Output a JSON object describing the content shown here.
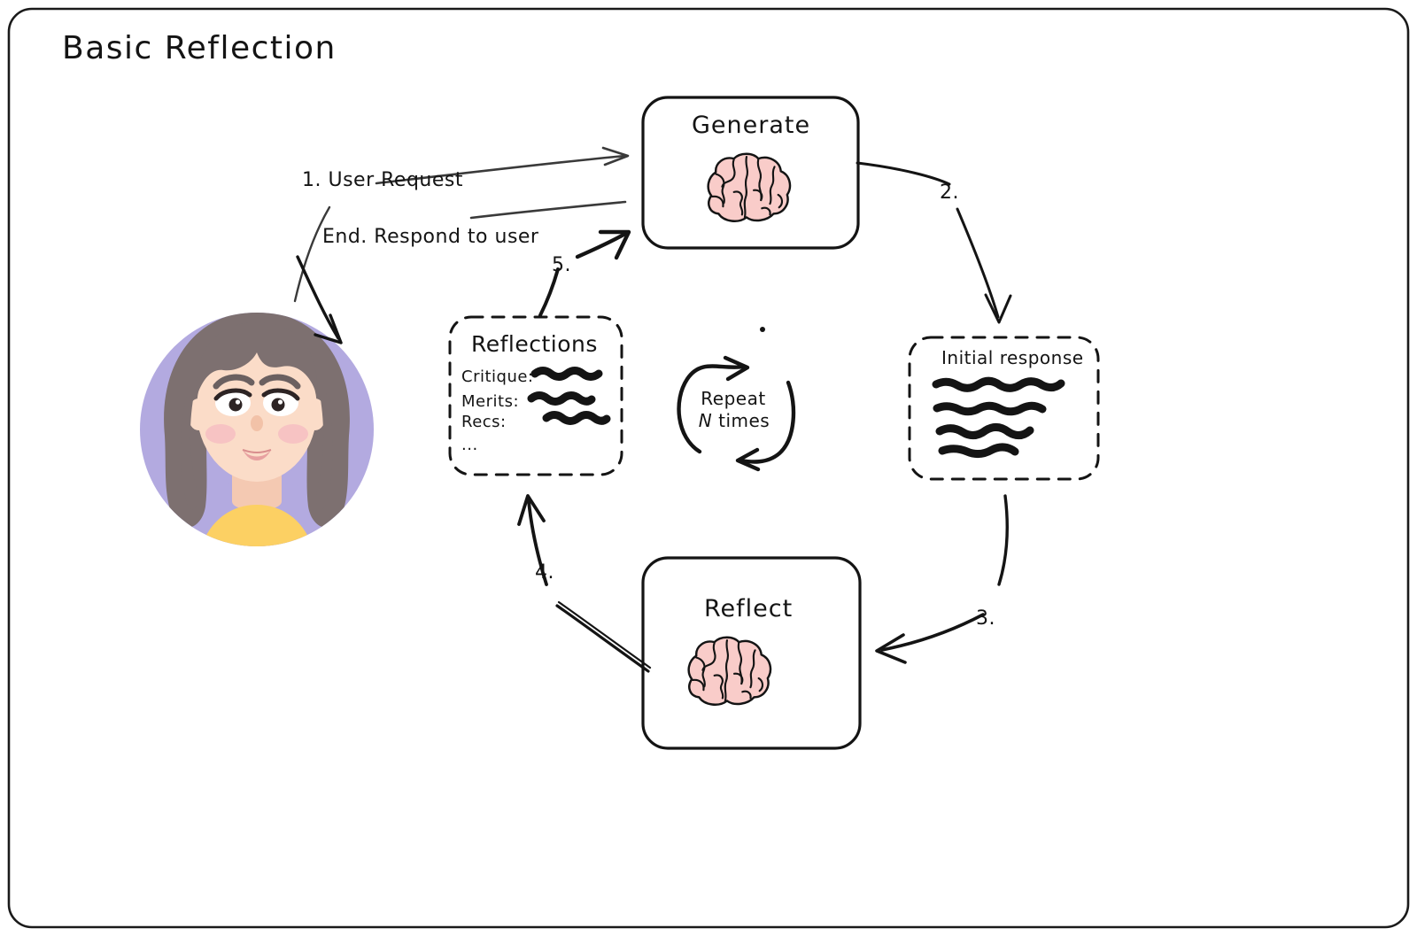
{
  "frame": {
    "title": "Basic Reflection",
    "border_color": "#1a1a1a",
    "background": "#ffffff"
  },
  "palette": {
    "ink": "#141414",
    "brain_fill": "#f9ccc9",
    "avatar_circle": "#b3aae0",
    "avatar_hair": "#7d7070",
    "avatar_skin": "#fbdcc8",
    "avatar_shirt": "#fcd063",
    "avatar_blush": "#f7c3c3"
  },
  "nodes": {
    "generate": {
      "label": "Generate",
      "icon": "brain-icon",
      "style": "solid-rounded-box"
    },
    "reflect": {
      "label": "Reflect",
      "icon": "brain-icon",
      "style": "solid-rounded-box"
    },
    "initial_response": {
      "label": "Initial response",
      "style": "dashed-rounded-box",
      "line_count": 4
    },
    "reflections": {
      "label": "Reflections",
      "style": "dashed-rounded-box",
      "items": [
        {
          "label": "Critique:",
          "has_squiggle": true
        },
        {
          "label": "Merits:",
          "has_squiggle": true
        },
        {
          "label": "Recs:",
          "has_squiggle": true
        },
        {
          "label": "...",
          "has_squiggle": false
        }
      ]
    },
    "user": {
      "label": "user-avatar",
      "icon": "avatar-icon"
    },
    "loop": {
      "line1": "Repeat",
      "line2_italic": "N",
      "line2_rest": " times",
      "icon": "circular-arrow-icon"
    }
  },
  "edges": [
    {
      "id": "user-to-generate",
      "label": "1. User Request",
      "from": "user",
      "to": "generate"
    },
    {
      "id": "generate-to-initial",
      "label": "2.",
      "from": "generate",
      "to": "initial_response"
    },
    {
      "id": "initial-to-reflect",
      "label": "3.",
      "from": "initial_response",
      "to": "reflect"
    },
    {
      "id": "reflect-to-reflections",
      "label": "4.",
      "from": "reflect",
      "to": "reflections"
    },
    {
      "id": "reflections-to-generate",
      "label": "5.",
      "from": "reflections",
      "to": "generate"
    },
    {
      "id": "generate-to-user",
      "label": "End. Respond to user",
      "from": "generate",
      "to": "user"
    }
  ]
}
